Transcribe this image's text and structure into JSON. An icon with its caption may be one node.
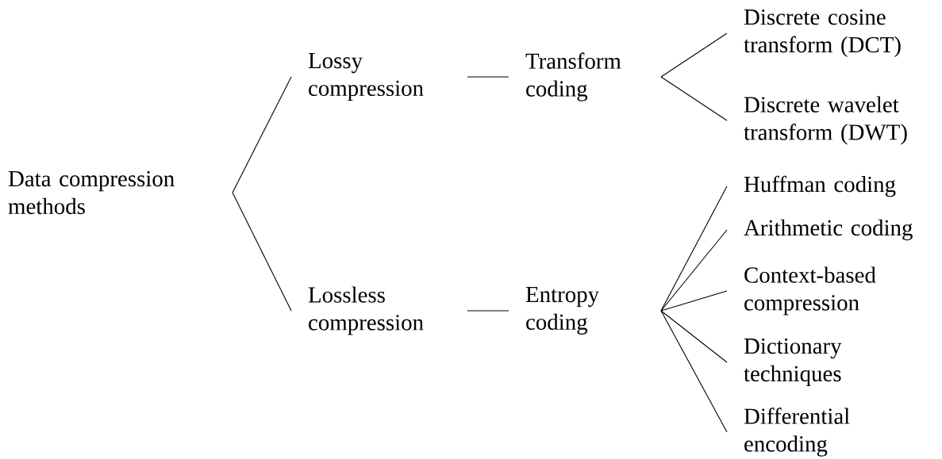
{
  "diagram": {
    "nodes": [
      {
        "text": [
          "Data compression methods"
        ]
      },
      {
        "text": [
          "Lossy compression"
        ]
      },
      {
        "text": [
          "Transform coding"
        ]
      },
      {
        "text": [
          "Discrete cosine transform (DCT)"
        ]
      },
      {
        "text": [
          "Discrete wavelet transform (DWT)"
        ]
      },
      {
        "text": [
          "Lossless compression"
        ]
      },
      {
        "text": [
          "Entropy coding"
        ]
      },
      {
        "text": [
          "Huffman coding"
        ]
      },
      {
        "text": [
          "Arithmetic coding"
        ]
      },
      {
        "text": [
          "Context-based compression"
        ]
      },
      {
        "text": [
          "Dictionary techniques"
        ]
      },
      {
        "text": [
          "Differential encoding"
        ]
      }
    ],
    "edges": [
      {
        "from": 0,
        "to": 1,
        "arrow": "none"
      },
      {
        "from": 0,
        "to": 5,
        "arrow": "none"
      },
      {
        "from": 1,
        "to": 2,
        "arrow": "none"
      },
      {
        "from": 2,
        "to": 3,
        "arrow": "none"
      },
      {
        "from": 2,
        "to": 4,
        "arrow": "none"
      },
      {
        "from": 5,
        "to": 6,
        "arrow": "none"
      },
      {
        "from": 6,
        "to": 7,
        "arrow": "none"
      },
      {
        "from": 6,
        "to": 8,
        "arrow": "none"
      },
      {
        "from": 6,
        "to": 9,
        "arrow": "none"
      },
      {
        "from": 6,
        "to": 10,
        "arrow": "none"
      },
      {
        "from": 6,
        "to": 11,
        "arrow": "none"
      }
    ]
  }
}
